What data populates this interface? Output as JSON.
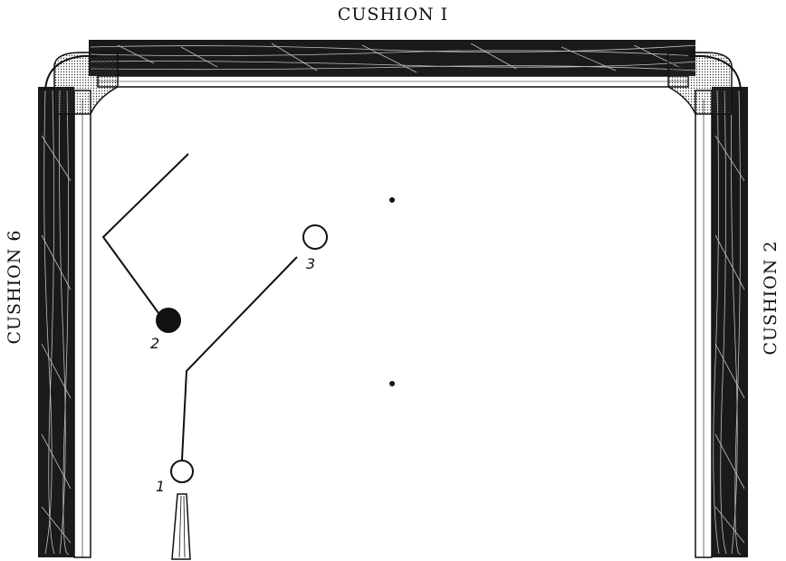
{
  "labels": {
    "cushion_top": "CUSHION I",
    "cushion_left": "CUSHION 6",
    "cushion_right": "CUSHION 2"
  },
  "balls": [
    {
      "id": "1",
      "label": "1",
      "fill": "white"
    },
    {
      "id": "2",
      "label": "2",
      "fill": "black"
    },
    {
      "id": "3",
      "label": "3",
      "fill": "white"
    }
  ],
  "colors": {
    "ink": "#111111",
    "paper": "#ffffff"
  }
}
